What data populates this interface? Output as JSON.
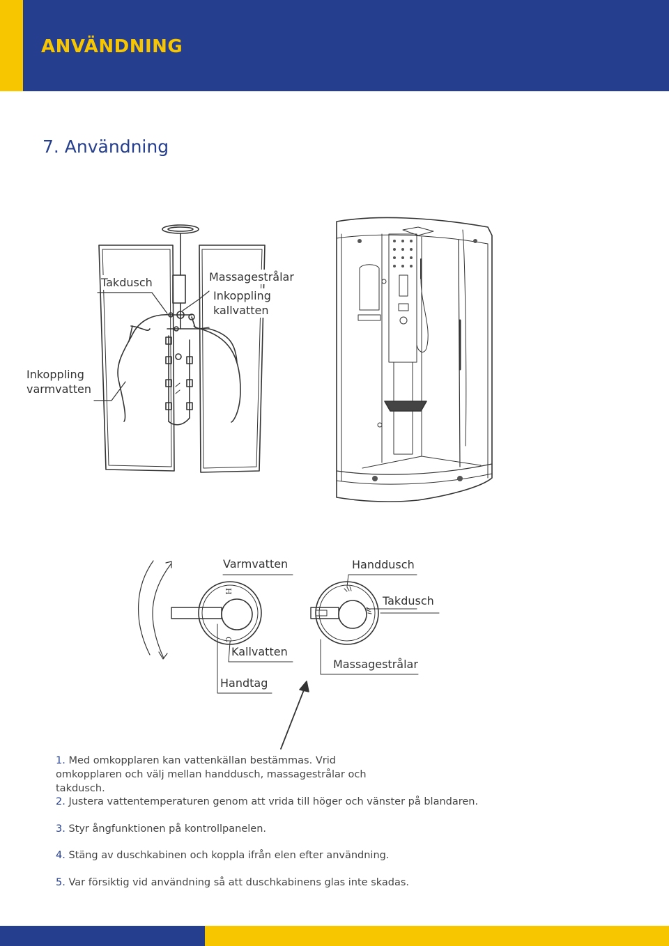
{
  "header": {
    "title": "ANVÄNDNING"
  },
  "section": {
    "title": "7. Användning"
  },
  "colors": {
    "brand_blue": "#253f8e",
    "brand_yellow": "#f7c600"
  },
  "back_diagram": {
    "labels": {
      "takdusch": "Takdusch",
      "massagestralar": "Massagestrålar",
      "inkoppling_kallvatten": "Inkoppling\nkallvatten",
      "inkoppling_varmvatten": "Inkoppling\nvarmvatten"
    }
  },
  "mixer_diagram": {
    "labels": {
      "varmvatten": "Varmvatten",
      "handdusch": "Handdusch",
      "takdusch": "Takdusch",
      "kallvatten": "Kallvatten",
      "massagestralar": "Massagestrålar",
      "handtag": "Handtag"
    },
    "dial_marks": {
      "hot": "H",
      "cold": "C"
    }
  },
  "instructions": [
    {
      "num": "1.",
      "text": "Med omkopplaren kan vattenkällan bestämmas. Vrid omkopplaren och välj mellan handdusch, massagestrålar och takdusch."
    },
    {
      "num": "2.",
      "text": "Justera vattentemperaturen genom att vrida till höger och vänster på blandaren."
    },
    {
      "num": "3.",
      "text": "Styr ångfunktionen på kontrollpanelen."
    },
    {
      "num": "4.",
      "text": "Stäng av duschkabinen och koppla ifrån elen efter användning."
    },
    {
      "num": "5.",
      "text": "Var försiktig vid användning så att duschkabinens glas inte skadas."
    }
  ]
}
